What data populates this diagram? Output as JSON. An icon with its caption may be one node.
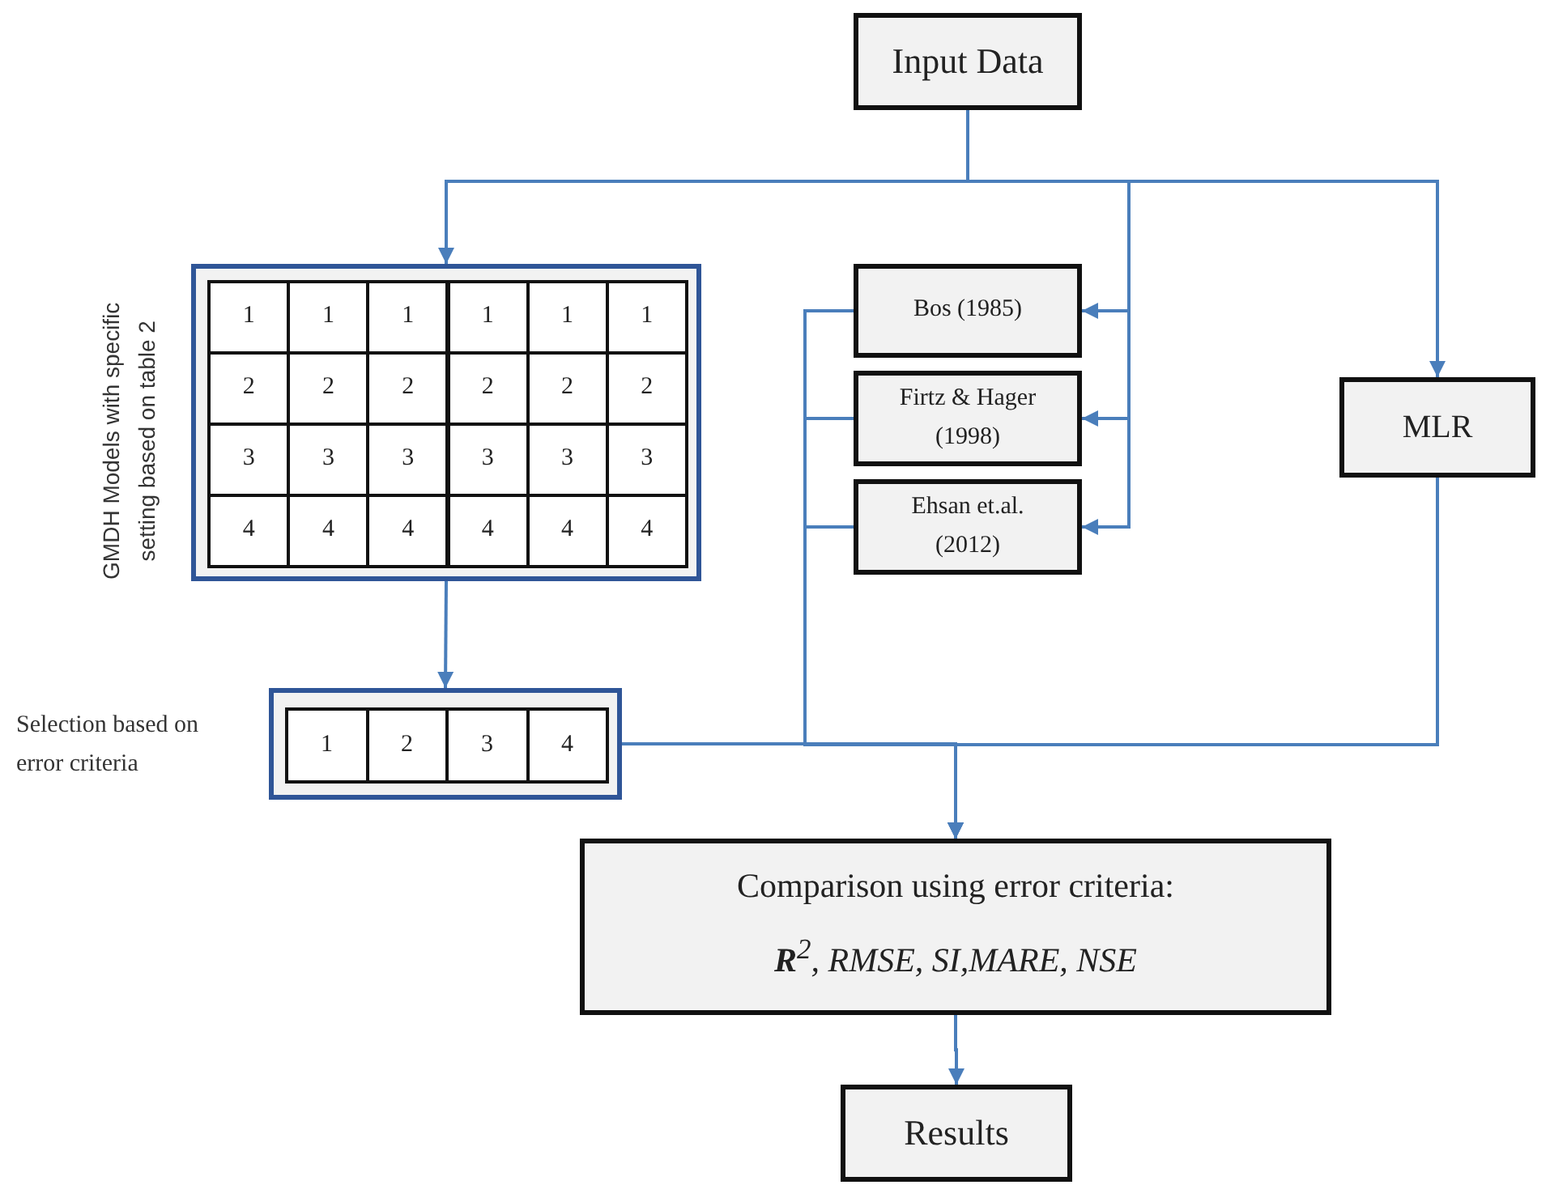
{
  "diagram": {
    "nodes": [
      {
        "text": [
          "Input Data"
        ]
      },
      {
        "text": [],
        "shape": "box",
        "beside": [
          "GMDH Models with specific setting based on table 2"
        ]
      },
      {
        "text": [
          "1"
        ],
        "in": 1
      },
      {
        "text": [
          "1"
        ],
        "in": 1
      },
      {
        "text": [
          "1"
        ],
        "in": 1
      },
      {
        "text": [
          "1"
        ],
        "in": 1
      },
      {
        "text": [
          "1"
        ],
        "in": 1
      },
      {
        "text": [
          "1"
        ],
        "in": 1
      },
      {
        "text": [
          "2"
        ],
        "in": 1
      },
      {
        "text": [
          "2"
        ],
        "in": 1
      },
      {
        "text": [
          "2"
        ],
        "in": 1
      },
      {
        "text": [
          "2"
        ],
        "in": 1
      },
      {
        "text": [
          "2"
        ],
        "in": 1
      },
      {
        "text": [
          "2"
        ],
        "in": 1
      },
      {
        "text": [
          "3"
        ],
        "in": 1
      },
      {
        "text": [
          "3"
        ],
        "in": 1
      },
      {
        "text": [
          "3"
        ],
        "in": 1
      },
      {
        "text": [
          "3"
        ],
        "in": 1
      },
      {
        "text": [
          "3"
        ],
        "in": 1
      },
      {
        "text": [
          "3"
        ],
        "in": 1
      },
      {
        "text": [
          "4"
        ],
        "in": 1
      },
      {
        "text": [
          "4"
        ],
        "in": 1
      },
      {
        "text": [
          "4"
        ],
        "in": 1
      },
      {
        "text": [
          "4"
        ],
        "in": 1
      },
      {
        "text": [
          "4"
        ],
        "in": 1
      },
      {
        "text": [
          "4"
        ],
        "in": 1
      },
      {
        "text": [
          "Bos (1985)"
        ]
      },
      {
        "text": [
          "Firtz & Hager (1998)"
        ]
      },
      {
        "text": [
          "Ehsan et.al. (2012)"
        ]
      },
      {
        "text": [
          "MLR"
        ]
      },
      {
        "text": [],
        "shape": "box",
        "beside": [
          "Selection based on error criteria"
        ]
      },
      {
        "text": [
          "1"
        ],
        "in": 30
      },
      {
        "text": [
          "2"
        ],
        "in": 30
      },
      {
        "text": [
          "3"
        ],
        "in": 30
      },
      {
        "text": [
          "4"
        ],
        "in": 30
      },
      {
        "text": [
          "Comparison using error criteria:",
          "**R**$^{2}$, RMSE, SI,MARE, NSE"
        ]
      },
      {
        "text": [
          "Results"
        ]
      }
    ],
    "edges": [
      {
        "from": 0,
        "to": 1,
        "arrow": "to"
      },
      {
        "from": 0,
        "to": 26,
        "arrow": "to"
      },
      {
        "from": 0,
        "to": 27,
        "arrow": "to"
      },
      {
        "from": 0,
        "to": 28,
        "arrow": "to"
      },
      {
        "from": 0,
        "to": 29,
        "arrow": "to"
      },
      {
        "from": 1,
        "to": 30,
        "arrow": "to"
      },
      {
        "from": 30,
        "to": 35,
        "arrow": "to"
      },
      {
        "from": 26,
        "to": 35,
        "arrow": "to"
      },
      {
        "from": 27,
        "to": 35,
        "arrow": "to"
      },
      {
        "from": 28,
        "to": 35,
        "arrow": "to"
      },
      {
        "from": 29,
        "to": 35,
        "arrow": "to"
      },
      {
        "from": 35,
        "to": 36,
        "arrow": "to"
      }
    ]
  }
}
